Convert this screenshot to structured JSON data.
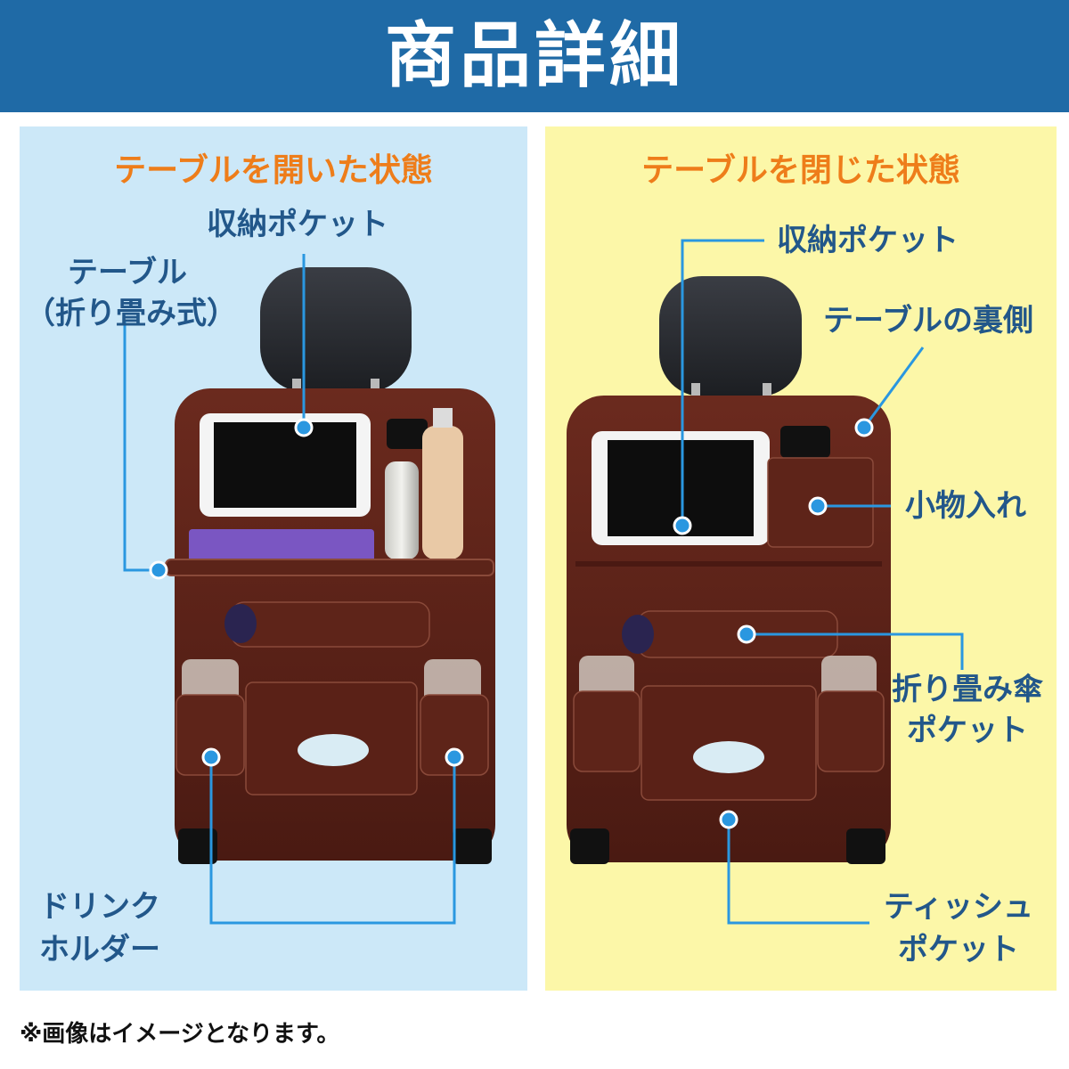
{
  "header": {
    "title": "商品詳細"
  },
  "left_panel": {
    "heading": "テーブルを開いた状態",
    "labels": {
      "storage_pocket": "収納ポケット",
      "table_line1": "テーブル",
      "table_line2": "（折り畳み式）",
      "drink_line1": "ドリンク",
      "drink_line2": "ホルダー"
    }
  },
  "right_panel": {
    "heading": "テーブルを閉じた状態",
    "labels": {
      "storage_pocket": "収納ポケット",
      "table_back": "テーブルの裏側",
      "small_items": "小物入れ",
      "umbrella_line1": "折り畳み傘",
      "umbrella_line2": "ポケット",
      "tissue_line1": "ティッシュ",
      "tissue_line2": "ポケット"
    }
  },
  "footnote": "※画像はイメージとなります。",
  "colors": {
    "header_bg": "#1f6aa6",
    "left_panel_bg": "#cce8f8",
    "right_panel_bg": "#fcf7a8",
    "heading_orange": "#ee7d1a",
    "label_blue": "#22578a",
    "callout_dot": "#2a97e0",
    "leather_brown": "#5a2218"
  }
}
